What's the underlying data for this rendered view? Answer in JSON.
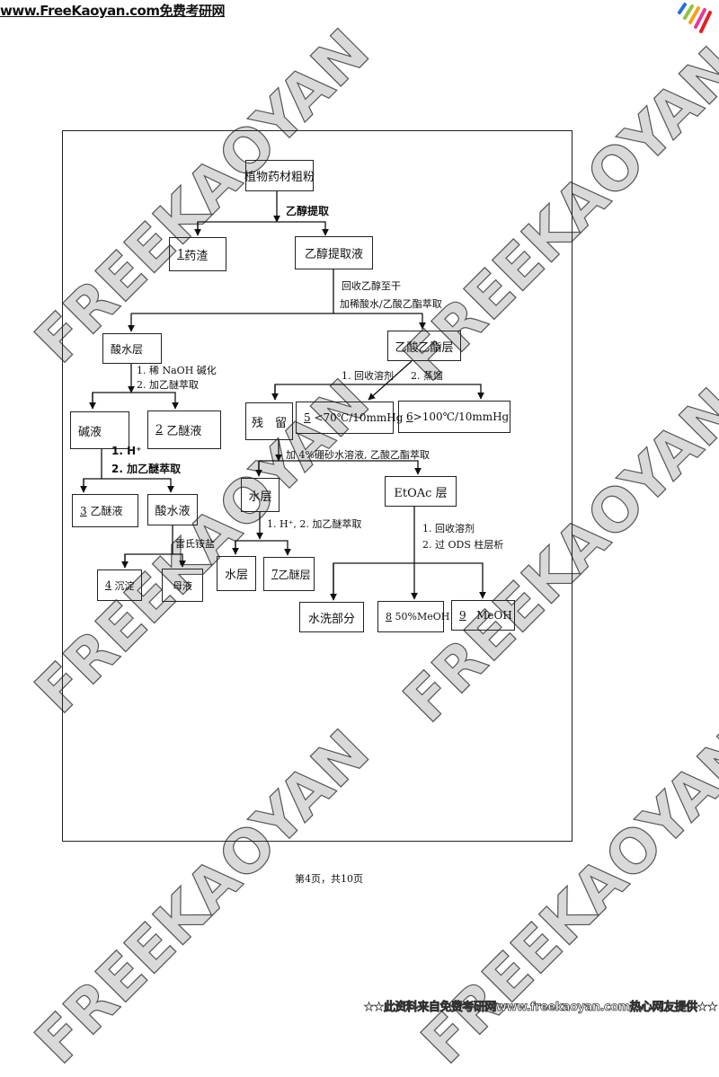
{
  "header": {
    "site": "www.FreeKaoyan.com免费考研网"
  },
  "watermark": "FREEKAOYAN",
  "flowchart": {
    "nodes": {
      "raw": "植物药材粗粉",
      "residue_num": "1",
      "residue": "药渣",
      "ethanol_extract": "乙醇提取液",
      "acid_water": "酸水层",
      "etoac_layer": "乙酸乙酯层",
      "alkaline": "碱液",
      "ether2_num": "2",
      "ether2": "乙醚液",
      "remain": "残　留",
      "frac5_num": "5",
      "frac5": "<70℃/10mmHg",
      "frac6_num": "6",
      "frac6": ">100℃/10mmHg",
      "ether3_num": "3",
      "ether3": "乙醚液",
      "acid_liquid": "酸水液",
      "water_layer": "水层",
      "etoac_layer2": "EtOAc 层",
      "precip_num": "4",
      "precip": "沉淀",
      "mother": "母液",
      "water_layer2": "水层",
      "ether7_num": "7",
      "ether7": "乙醚层",
      "water_wash": "水洗部分",
      "frac8_num": "8",
      "frac8": "50%MeOH",
      "frac9_num": "9",
      "frac9": "MeOH"
    },
    "labels": {
      "ethanol_extraction": "乙醇提取",
      "recover_ethanol": "回收乙醇至干",
      "add_dilute_acid": "加稀酸水/乙酸乙酯萃取",
      "naoh": "1. 稀 NaOH 碱化",
      "ether_extract": "2. 加乙醚萃取",
      "recover_solvent": "1. 回收溶剂",
      "distill": "2. 蒸馏",
      "h_plus": "1. H⁺",
      "ether_extract_bold": "2. 加乙醚萃取",
      "borax": "加 4%硼砂水溶液, 乙酸乙酯萃取",
      "reinecke": "雷氏铵盐",
      "h_ether": "1. H⁺, 2. 加乙醚萃取",
      "recover_solvent2": "1. 回收溶剂",
      "ods": "2. 过 ODS 柱层析"
    }
  },
  "footer": {
    "page": "第4页，共10页"
  },
  "bottom_banner": "★★此资料来自免费考研网www.freekaoyan.com热心网友提供★★"
}
